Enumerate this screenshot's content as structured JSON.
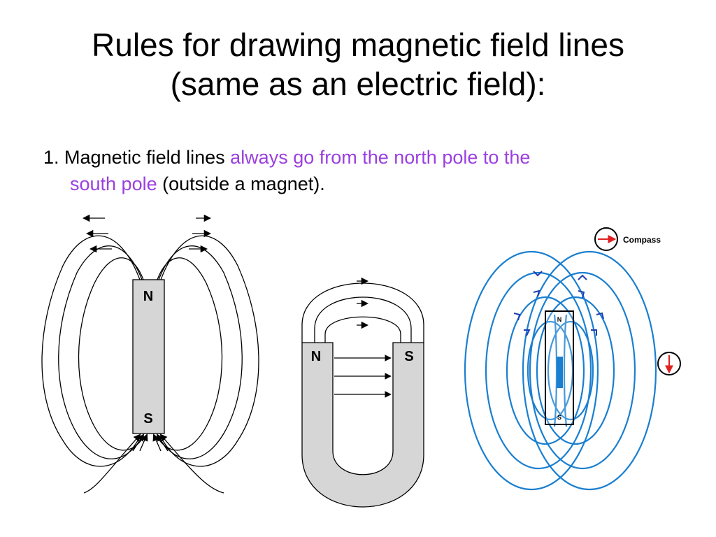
{
  "slide": {
    "title_line1": "Rules for drawing magnetic field lines",
    "title_line2": "(same as an electric field):",
    "bullet_number": "1.",
    "bullet_plain1": "Magnetic field lines ",
    "bullet_highlight1": "always go from the north pole to the",
    "bullet_highlight2": "south pole",
    "bullet_plain2": " (outside a magnet).",
    "highlight_color": "#9b3fe0"
  },
  "figures": {
    "bar_magnet": {
      "north_label": "N",
      "south_label": "S"
    },
    "horseshoe_magnet": {
      "north_label": "N",
      "south_label": "S"
    },
    "compass_diagram": {
      "north_label": "N",
      "south_label": "S",
      "compass_label": "Compass",
      "line_color": "#1a7fd0",
      "needle_color": "#e02020"
    }
  }
}
